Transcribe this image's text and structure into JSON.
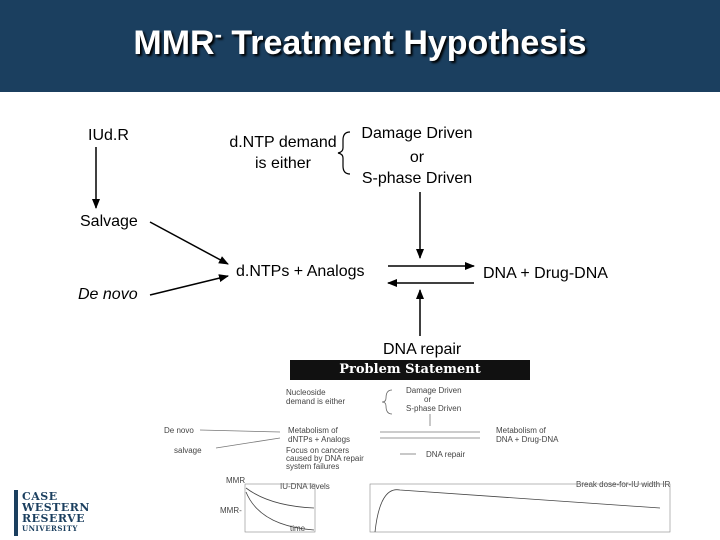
{
  "slide": {
    "title_main": "MMR",
    "title_sup": "-",
    "title_rest": " Treatment Hypothesis"
  },
  "diagram": {
    "iudr": "IUd.R",
    "salvage": "Salvage",
    "de_novo": "De novo",
    "demand_line1": "d.NTP demand",
    "demand_line2": "is either",
    "damage_driven": "Damage Driven",
    "or": "or",
    "sphase_driven": "S-phase Driven",
    "dntps_analogs": "d.NTPs + Analogs",
    "dna_drug": "DNA + Drug-DNA",
    "dna_repair": "DNA repair"
  },
  "thumbnail": {
    "heading": "Problem Statement",
    "nucleoside_line1": "Nucleoside",
    "nucleoside_line2": "demand is either",
    "damage_driven": "Damage Driven",
    "or": "or",
    "sphase_driven": "S-phase Driven",
    "de_novo": "De novo",
    "salvage": "salvage",
    "metab1_line1": "Metabolism of",
    "metab1_line2": "dNTPs + Analogs",
    "metab2_line1": "Metabolism of",
    "metab2_line2": "DNA + Drug-DNA",
    "focus_line1": "Focus on cancers",
    "focus_line2": "caused by DNA repair",
    "focus_line3": "system failures",
    "dna_repair": "DNA repair",
    "mmr": "MMR",
    "mmr_minus": "MMR-",
    "iu_dna": "IU-DNA levels",
    "time": "time",
    "note": "Break dose-for-IU width IR"
  },
  "logo": {
    "line1": "CASE",
    "line2": "WESTERN",
    "line3": "RESERVE",
    "line4": "UNIVERSITY"
  }
}
